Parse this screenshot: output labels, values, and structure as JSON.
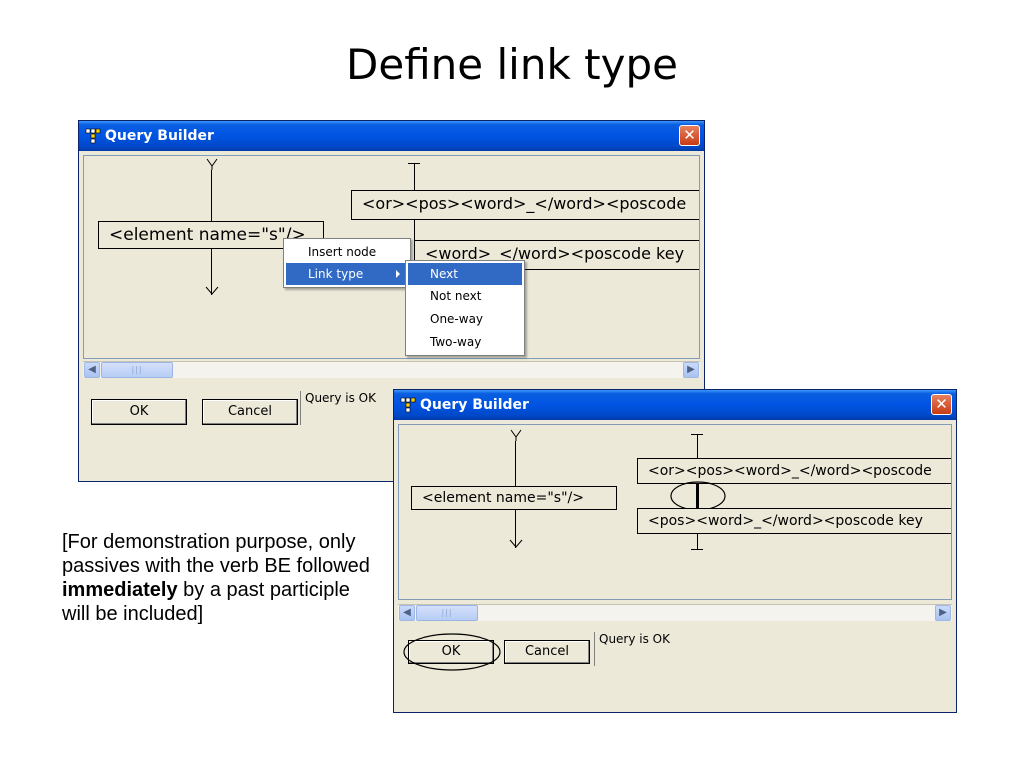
{
  "slide": {
    "title": "Define link type",
    "caption_before": "[For demonstration purpose, only passives with the verb BE followed ",
    "caption_bold": "immediately",
    "caption_after": " by a past participle will be included]"
  },
  "window1": {
    "title": "Query Builder",
    "app_icon": "query-builder-app-icon",
    "close_icon": "close-icon",
    "nodes": {
      "element": "<element name=\"s\"/>",
      "or_node": "<or><pos><word>_</word><poscode",
      "word_node": "<word>_</word><poscode key"
    },
    "context_menu": {
      "items": [
        "Insert node",
        "Link type"
      ],
      "selected": "Link type"
    },
    "submenu": {
      "items": [
        "Next",
        "Not next",
        "One-way",
        "Two-way"
      ],
      "selected": "Next"
    },
    "buttons": {
      "ok": "OK",
      "cancel": "Cancel"
    },
    "status": "Query is OK",
    "scroll_left_icon": "scroll-left-arrow-icon",
    "scroll_right_icon": "scroll-right-arrow-icon"
  },
  "window2": {
    "title": "Query Builder",
    "app_icon": "query-builder-app-icon",
    "close_icon": "close-icon",
    "nodes": {
      "element": "<element name=\"s\"/>",
      "or_node": "<or><pos><word>_</word><poscode",
      "pos_node": "<pos><word>_</word><poscode key"
    },
    "buttons": {
      "ok": "OK",
      "cancel": "Cancel"
    },
    "status": "Query is OK",
    "scroll_left_icon": "scroll-left-arrow-icon",
    "scroll_right_icon": "scroll-right-arrow-icon"
  },
  "colors": {
    "titlebar": "#0054e3",
    "menu_highlight": "#316ac5",
    "window_face": "#ece9d8"
  }
}
